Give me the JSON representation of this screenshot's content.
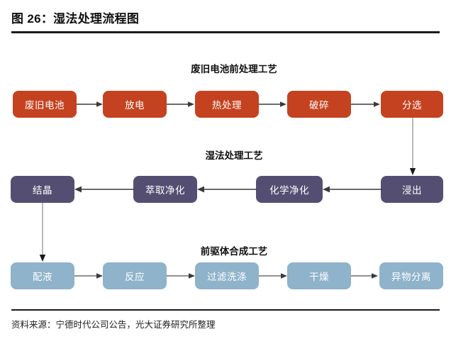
{
  "figure": {
    "title": "图 26：湿法处理流程图",
    "source_note": "资料来源：宁德时代公司公告，光大证券研究所整理"
  },
  "colors": {
    "orange": "#C4421F",
    "purple": "#544F72",
    "blue": "#8EB3CB",
    "arrow": "#6E6E6E",
    "arrow_dark": "#3A3A3A",
    "rule": "#1A1A1A",
    "text_on_node": "#FFFFFF"
  },
  "sections": [
    {
      "heading": "废旧电池前处理工艺"
    },
    {
      "heading": "湿法处理工艺"
    },
    {
      "heading": "前驱体合成工艺"
    }
  ],
  "rows": [
    {
      "name": "pretreatment-row",
      "direction": "left-to-right",
      "color": "orange",
      "nodes": [
        {
          "label": "废旧电池"
        },
        {
          "label": "放电"
        },
        {
          "label": "热处理"
        },
        {
          "label": "破碎"
        },
        {
          "label": "分选"
        }
      ]
    },
    {
      "name": "hydrometallurgy-row",
      "direction": "right-to-left",
      "color": "purple",
      "nodes": [
        {
          "label": "结晶"
        },
        {
          "label": "萃取净化"
        },
        {
          "label": "化学净化"
        },
        {
          "label": "浸出"
        }
      ]
    },
    {
      "name": "precursor-synthesis-row",
      "direction": "left-to-right",
      "color": "blue",
      "nodes": [
        {
          "label": "配液"
        },
        {
          "label": "反应"
        },
        {
          "label": "过滤洗涤"
        },
        {
          "label": "干燥"
        },
        {
          "label": "异物分离"
        }
      ]
    }
  ],
  "connectors": {
    "row1_to_row2": "分选 → 浸出",
    "row2_to_row3": "结晶 → 配液"
  }
}
